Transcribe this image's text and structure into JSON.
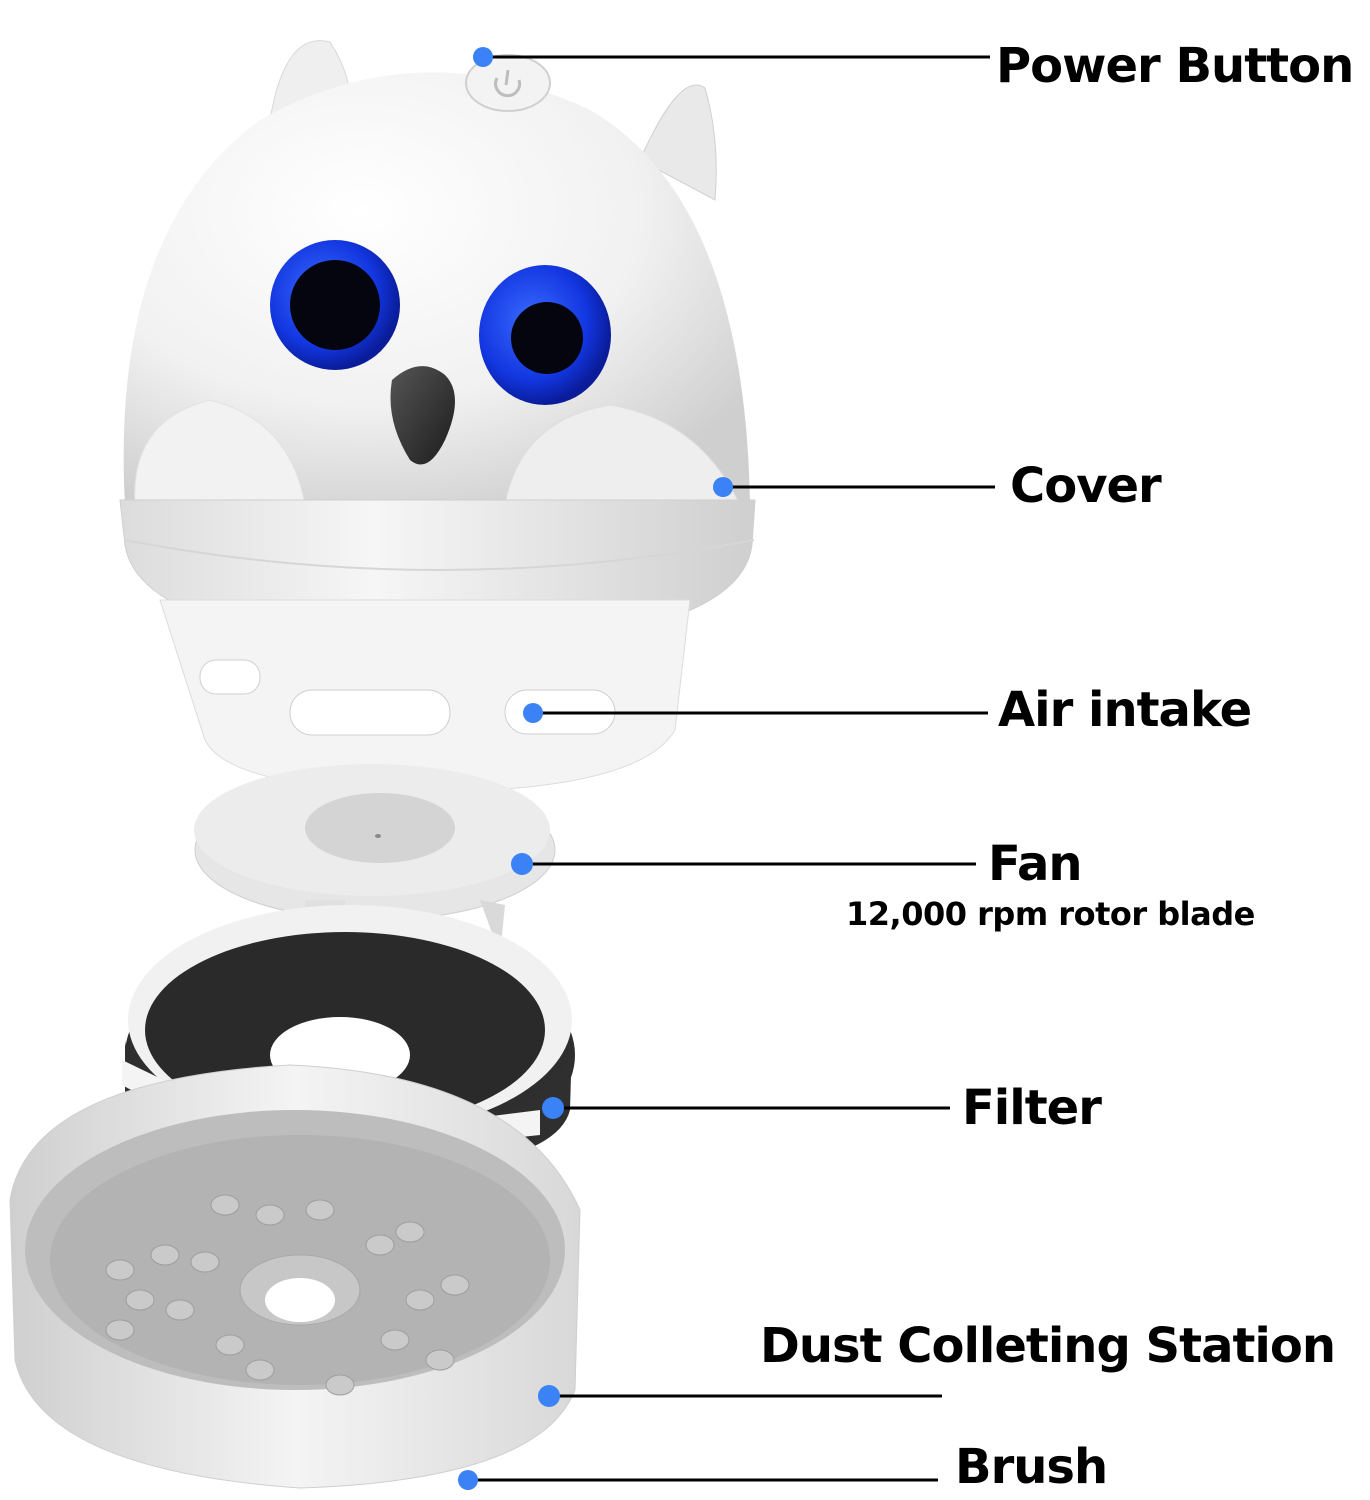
{
  "diagram": {
    "subject": "Owl-shaped mini desktop vacuum cleaner, exploded view",
    "callout_color": "#3b82f6",
    "leader_color": "#000000",
    "callouts": [
      {
        "id": "power-button",
        "label": "Power Button",
        "subtitle": null
      },
      {
        "id": "cover",
        "label": "Cover",
        "subtitle": null
      },
      {
        "id": "air-intake",
        "label": "Air intake",
        "subtitle": null
      },
      {
        "id": "fan",
        "label": "Fan",
        "subtitle": "12,000 rpm rotor blade"
      },
      {
        "id": "filter",
        "label": "Filter",
        "subtitle": null
      },
      {
        "id": "dust-station",
        "label": "Dust Colleting Station",
        "subtitle": null
      },
      {
        "id": "brush",
        "label": "Brush",
        "subtitle": null
      }
    ]
  }
}
